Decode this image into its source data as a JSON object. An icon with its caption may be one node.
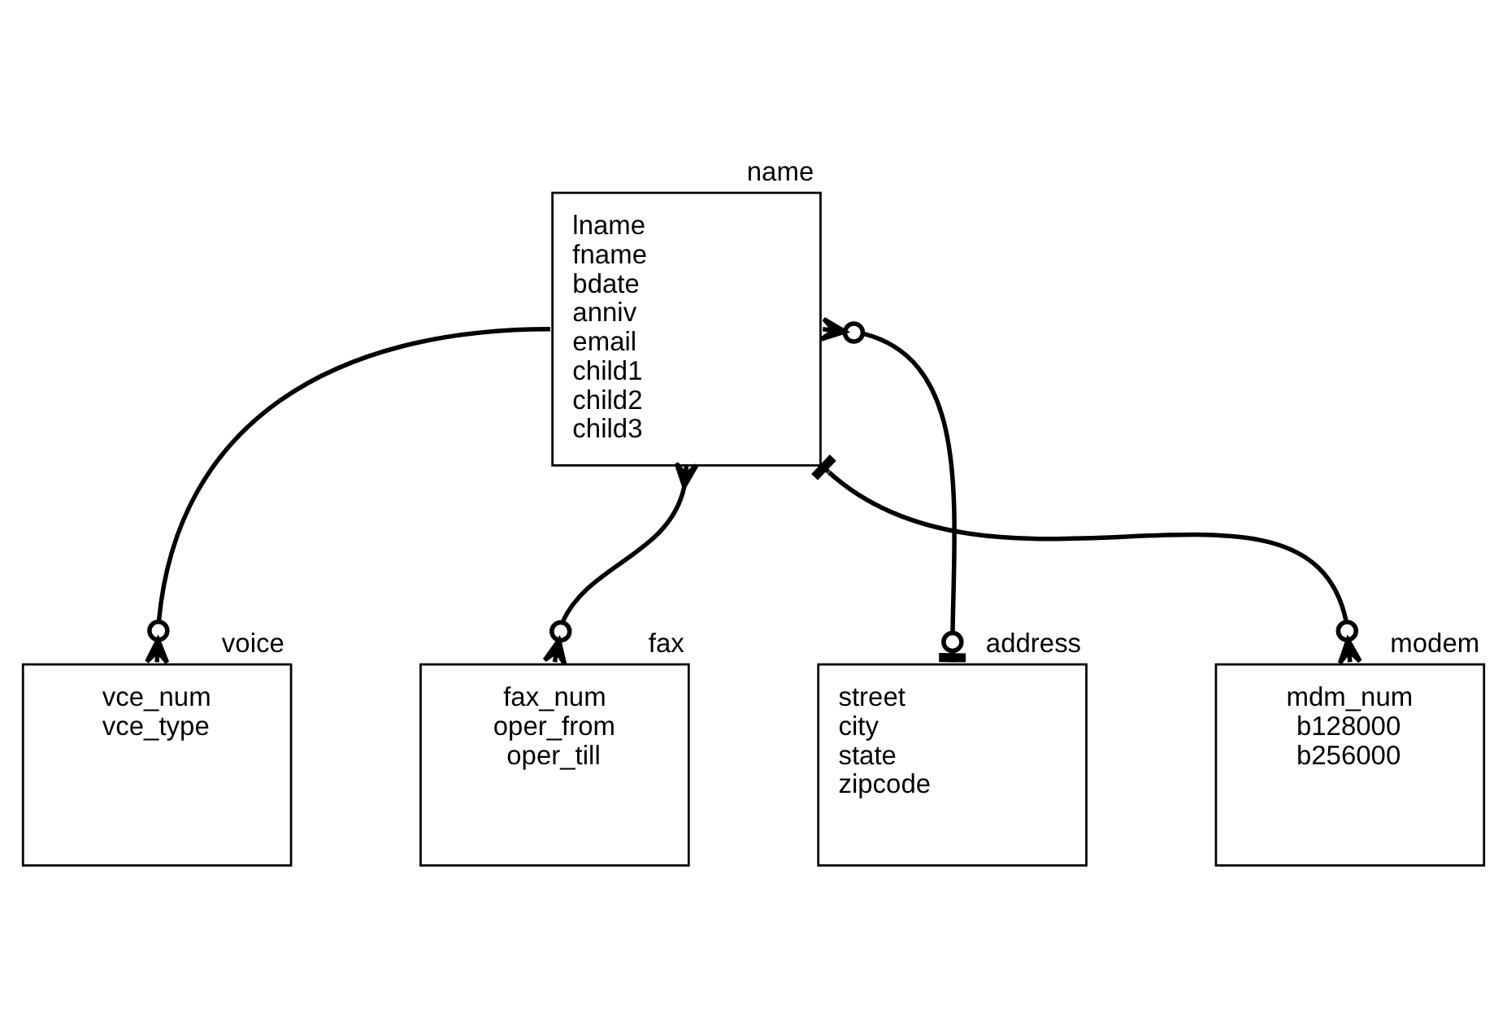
{
  "diagram": {
    "nodes": [
      {
        "text": [
          "name",
          "lname",
          "fname",
          "bdate",
          "anniv",
          "email",
          "child1",
          "child2",
          "child3"
        ]
      },
      {
        "text": [
          "address",
          "street",
          "city",
          "state",
          "zipcode"
        ]
      },
      {
        "text": [
          "voice",
          "vce_num",
          "vce_type"
        ]
      },
      {
        "text": [
          "fax",
          "fax_num",
          "oper_from",
          "oper_till"
        ]
      },
      {
        "text": [
          "modem",
          "mdm_num",
          "b128000",
          "b256000"
        ]
      }
    ],
    "edges": [
      {
        "from": 0,
        "to": 2,
        "arrow": "other"
      },
      {
        "from": 0,
        "to": 1,
        "arrow": "other"
      },
      {
        "from": 0,
        "to": 3,
        "arrow": "other"
      },
      {
        "from": 0,
        "to": 4,
        "arrow": "other"
      }
    ]
  }
}
